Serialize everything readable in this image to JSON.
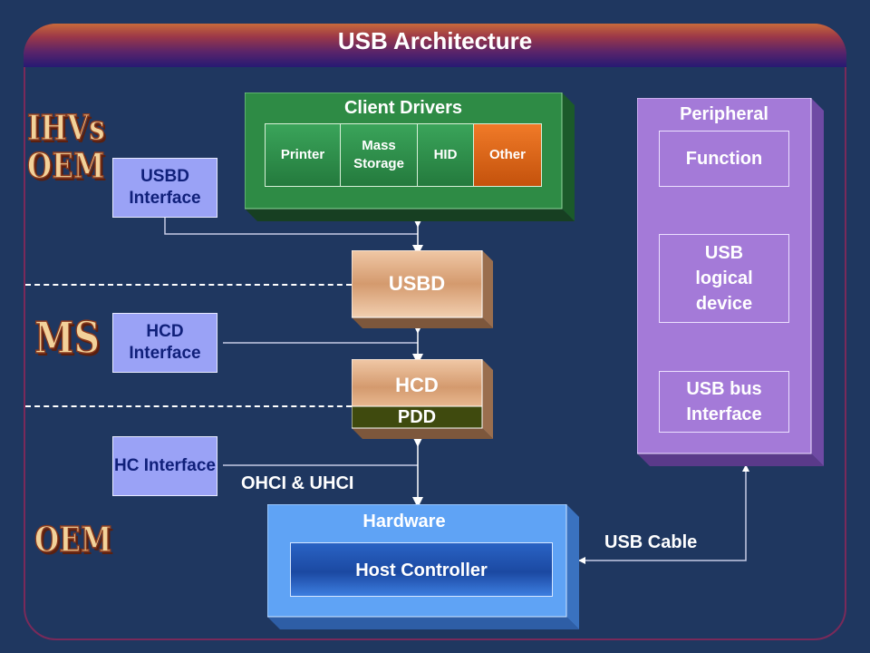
{
  "title": "USB Architecture",
  "layers": {
    "top": "IHVs OEM",
    "middle": "MS",
    "bottom": "OEM"
  },
  "client_drivers": {
    "label": "Client Drivers",
    "items": [
      "Printer",
      "Mass Storage",
      "HID",
      "Other"
    ]
  },
  "interfaces": {
    "usbd": "USBD Interface",
    "hcd": "HCD Interface",
    "hc": "HC Interface"
  },
  "stack": {
    "usbd": "USBD",
    "hcd": "HCD",
    "pdd": "PDD"
  },
  "hardware": {
    "label": "Hardware",
    "host_controller": "Host Controller"
  },
  "bus_labels": {
    "ohci_uhci": "OHCI & UHCI",
    "usb_cable": "USB Cable"
  },
  "peripheral": {
    "label": "Peripheral",
    "function": "Function",
    "logical_device": "USB logical device",
    "bus_interface": "USB bus Interface"
  },
  "colors": {
    "background": "#1f3760",
    "client_drivers": "#2e8b45",
    "other_cell": "#e0651a",
    "interface_box": "#9aa2f6",
    "stack_box": "#e2b48e",
    "pdd_bar": "#3f4a0e",
    "hardware": "#5fa3f5",
    "peripheral": "#a47ad8"
  }
}
